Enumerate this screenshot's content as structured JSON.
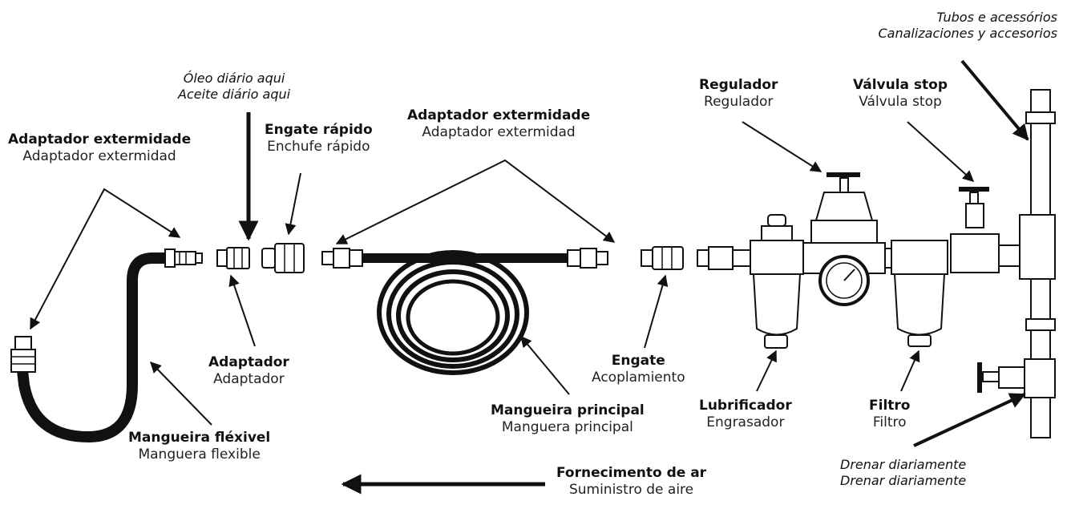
{
  "labels": {
    "adapter_left": {
      "pt": "Adaptador extermidade",
      "es": "Adaptador extermidad"
    },
    "oil": {
      "pt": "Óleo diário aqui",
      "es": "Aceite diário aqui"
    },
    "quick_coupler": {
      "pt": "Engate rápido",
      "es": "Enchufe rápido"
    },
    "adapter_center": {
      "pt": "Adaptador extermidade",
      "es": "Adaptador extermidad"
    },
    "regulator": {
      "pt": "Regulador",
      "es": "Regulador"
    },
    "stop_valve": {
      "pt": "Válvula stop",
      "es": "Válvula stop"
    },
    "pipes": {
      "pt": "Tubos e acessórios",
      "es": "Canalizaciones y accesorios"
    },
    "adapter": {
      "pt": "Adaptador",
      "es": "Adaptador"
    },
    "coupling": {
      "pt": "Engate",
      "es": "Acoplamiento"
    },
    "main_hose": {
      "pt": "Mangueira principal",
      "es": "Manguera principal"
    },
    "lubricator": {
      "pt": "Lubrificador",
      "es": "Engrasador"
    },
    "filter": {
      "pt": "Filtro",
      "es": "Filtro"
    },
    "flex_hose": {
      "pt": "Mangueira fléxivel",
      "es": "Manguera flexible"
    },
    "air_supply": {
      "pt": "Fornecimento de ar",
      "es": "Suministro de aire"
    },
    "drain": {
      "pt": "Drenar diariamente",
      "es": "Drenar diariamente"
    }
  },
  "icons": {
    "flex_hose": "flexible-hose-icon",
    "adapter": "adapter-fitting-icon",
    "quick_coupler": "quick-coupler-icon",
    "main_hose": "coiled-hose-icon",
    "coupling": "coupling-icon",
    "lubricator": "lubricator-icon",
    "regulator": "regulator-icon",
    "gauge": "pressure-gauge-icon",
    "filter": "filter-icon",
    "stop_valve": "stop-valve-icon",
    "pipe": "vertical-pipe-icon",
    "drain_valve": "drain-valve-icon"
  }
}
